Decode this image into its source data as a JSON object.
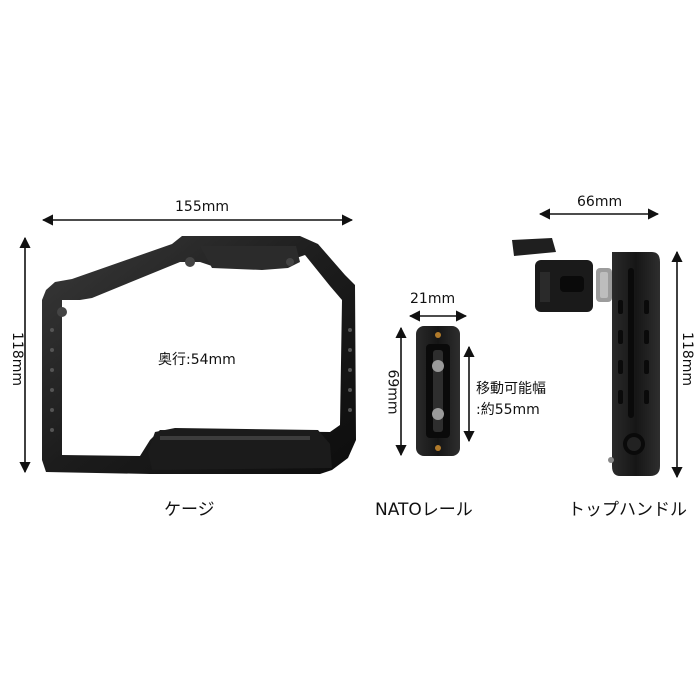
{
  "cage": {
    "width_label": "155mm",
    "height_label": "118mm",
    "depth_label": "奥行:54mm",
    "caption": "ケージ"
  },
  "nato": {
    "width_label": "21mm",
    "height_label": "69mm",
    "travel_label_line1": "移動可能幅",
    "travel_label_line2": ":約55mm",
    "caption": "NATOレール"
  },
  "handle": {
    "width_label": "66mm",
    "height_label": "118mm",
    "caption": "トップハンドル"
  }
}
